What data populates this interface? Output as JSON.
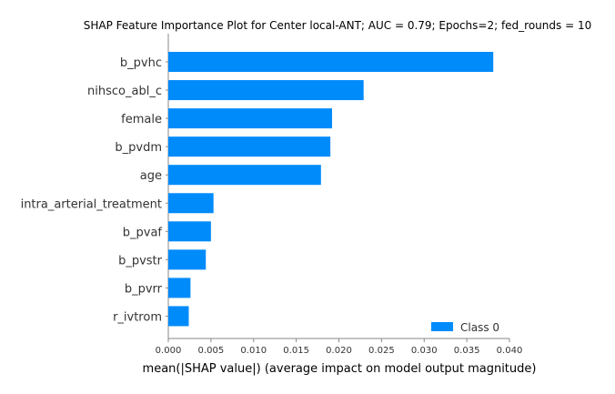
{
  "chart_data": {
    "type": "bar",
    "orientation": "horizontal",
    "title": "SHAP Feature Importance Plot for Center local-ANT; AUC = 0.79; Epochs=2; fed_rounds = 10",
    "xlabel": "mean(|SHAP value|) (average impact on model output magnitude)",
    "ylabel": "",
    "categories": [
      "b_pvhc",
      "nihsco_abl_c",
      "female",
      "b_pvdm",
      "age",
      "intra_arterial_treatment",
      "b_pvaf",
      "b_pvstr",
      "b_pvrr",
      "r_ivtrom"
    ],
    "series": [
      {
        "name": "Class 0",
        "values": [
          0.0381,
          0.0229,
          0.0192,
          0.019,
          0.0179,
          0.0053,
          0.005,
          0.0044,
          0.0026,
          0.0024
        ]
      }
    ],
    "xlim": [
      0,
      0.04
    ],
    "xticks": [
      "0.000",
      "0.005",
      "0.010",
      "0.015",
      "0.020",
      "0.025",
      "0.030",
      "0.035",
      "0.040"
    ],
    "grid": false,
    "legend_position": "lower-right",
    "bar_color": "#008bfb"
  }
}
